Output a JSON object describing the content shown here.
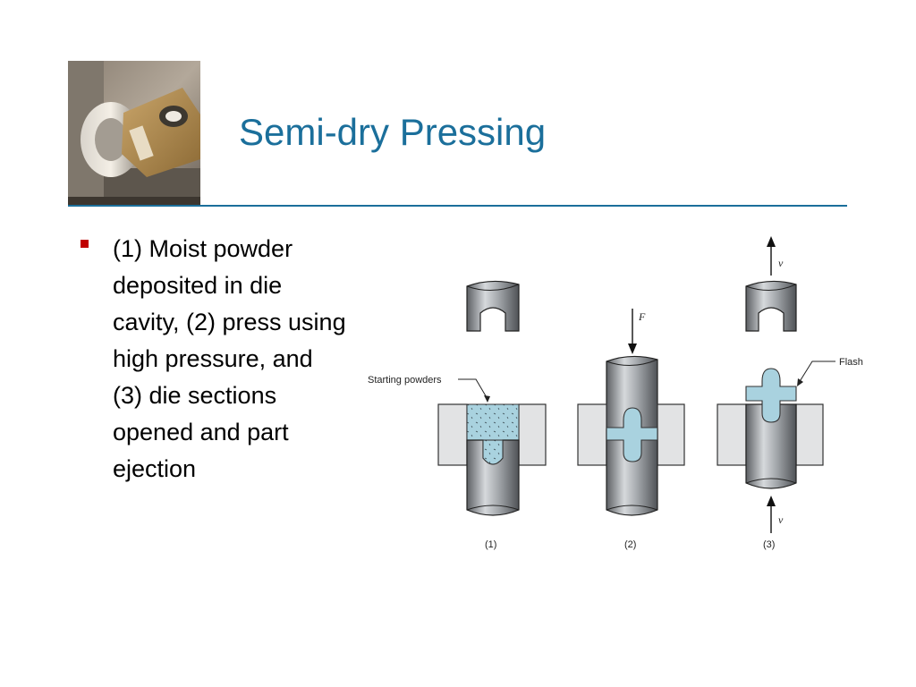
{
  "slide": {
    "title": "Semi-dry Pressing",
    "accent_color": "#1b6f9b",
    "bullet_color": "#c00000",
    "bullets": [
      "(1) Moist powder deposited in die cavity, (2) press using high pressure, and (3) die sections opened and part ejection"
    ],
    "photo": "ceramic-press-photo"
  },
  "figure": {
    "labels": {
      "starting_powders": "Starting powders",
      "flash": "Flash",
      "force": "F",
      "velocity_top": "v",
      "velocity_bottom": "v"
    },
    "steps": [
      "(1)",
      "(2)",
      "(3)"
    ]
  }
}
